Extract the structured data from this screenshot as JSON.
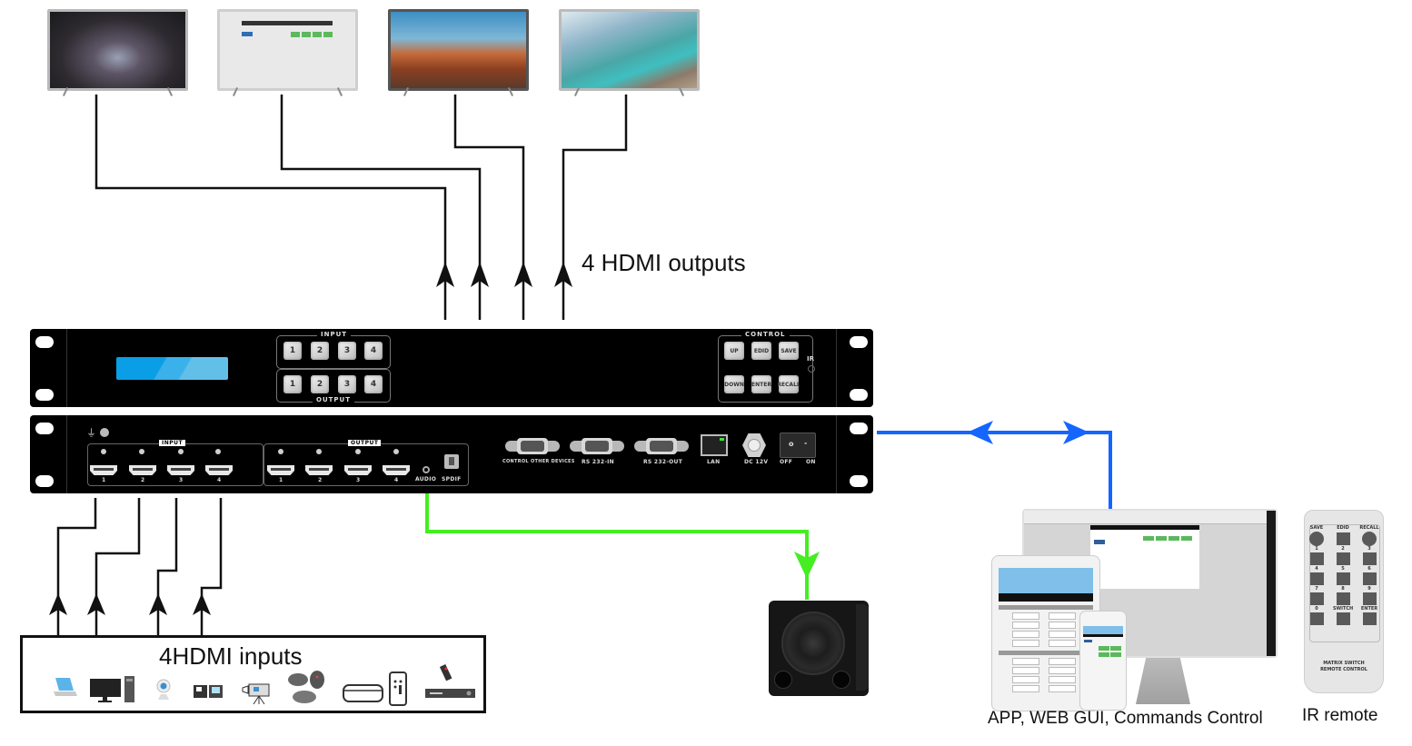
{
  "diagram": {
    "title": "HDMI 4x4 Matrix Switch Connection Diagram",
    "outputs_label": "4 HDMI outputs",
    "inputs_label": "4HDMI inputs",
    "control_caption": "APP, WEB GUI, Commands Control",
    "remote_caption": "IR remote"
  },
  "displays": [
    {
      "name": "tv-1",
      "content": "galaxy night sky"
    },
    {
      "name": "tv-2",
      "content": "web gui screen"
    },
    {
      "name": "tv-3",
      "content": "desert landscape"
    },
    {
      "name": "tv-4",
      "content": "glacier lake landscape"
    }
  ],
  "front_panel": {
    "input_group_label": "INPUT",
    "output_group_label": "OUTPUT",
    "input_buttons": [
      "1",
      "2",
      "3",
      "4"
    ],
    "output_buttons": [
      "1",
      "2",
      "3",
      "4"
    ],
    "control_group_label": "CONTROL",
    "control_buttons": [
      "UP",
      "EDID",
      "SAVE",
      "DOWN",
      "ENTER",
      "RECALL"
    ],
    "ir_label": "IR"
  },
  "rear_panel": {
    "input_label": "INPUT",
    "output_label": "OUTPUT",
    "input_ports": [
      "1",
      "2",
      "3",
      "4"
    ],
    "output_ports": [
      "1",
      "2",
      "3",
      "4"
    ],
    "audio_label": "AUDIO",
    "spdif_label": "SPDIF",
    "control_other_label": "CONTROL OTHER DEVICES",
    "rs232_in_label": "RS 232-IN",
    "rs232_out_label": "RS 232-OUT",
    "lan_label": "LAN",
    "dc_label": "DC 12V",
    "off_label": "OFF",
    "on_label": "ON",
    "switch_off_glyph": "o",
    "switch_on_glyph": "-"
  },
  "source_devices": [
    "laptop",
    "desktop-pc",
    "webcam",
    "media-player",
    "camera-on-tripod",
    "game-controllers",
    "streaming-box-with-remote",
    "set-top-box"
  ],
  "remote": {
    "top_labels": [
      "SAVE",
      "EDID",
      "RECALL"
    ],
    "row_labels": [
      [
        "1",
        "2",
        "3"
      ],
      [
        "4",
        "5",
        "6"
      ],
      [
        "7",
        "8",
        "9"
      ],
      [
        "0",
        "SWITCH",
        "ENTER"
      ]
    ],
    "title_line1": "MATRIX SWITCH",
    "title_line2": "REMOTE CONTROL"
  },
  "colors": {
    "hdmi_wire": "#111111",
    "audio_wire": "#44ee22",
    "lan_wire": "#1565ff",
    "lcd": "#0a9ee6"
  }
}
